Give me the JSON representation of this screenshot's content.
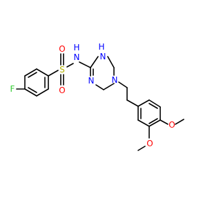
{
  "colors": {
    "bond": "#000000",
    "nitrogen": "#0000ff",
    "oxygen": "#ff0000",
    "sulfur": "#b3b300",
    "fluorine": "#33cc33"
  },
  "atoms": {
    "f": "F",
    "s": "S",
    "o_top": "O",
    "o_bottom": "O",
    "nh_link": "N",
    "h_link": "H",
    "h_ring": "H",
    "nh_ring": "N",
    "n_ring_imine": "N",
    "n_ring_amine": "N",
    "o_methoxy_upper": "O",
    "o_methoxy_lower": "O"
  }
}
